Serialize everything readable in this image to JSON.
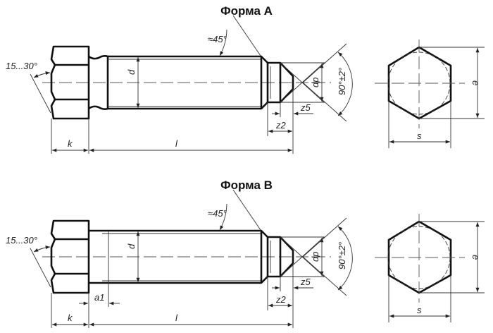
{
  "forms": [
    {
      "title": "Форма А",
      "labels": {
        "chamfer_angle": "15...30°",
        "thread_angle": "≈45°",
        "d": "d",
        "dp": "dp",
        "point_angle": "90°±2°",
        "z5": "z5",
        "z2": "z2",
        "k": "k",
        "l": "l",
        "e": "e",
        "s": "s"
      }
    },
    {
      "title": "Форма В",
      "labels": {
        "chamfer_angle": "15...30°",
        "thread_angle": "≈45°",
        "d": "d",
        "dp": "dp",
        "point_angle": "90°±2°",
        "z5": "z5",
        "z2": "z2",
        "k": "k",
        "l": "l",
        "e": "e",
        "s": "s",
        "a1": "a1"
      }
    }
  ]
}
